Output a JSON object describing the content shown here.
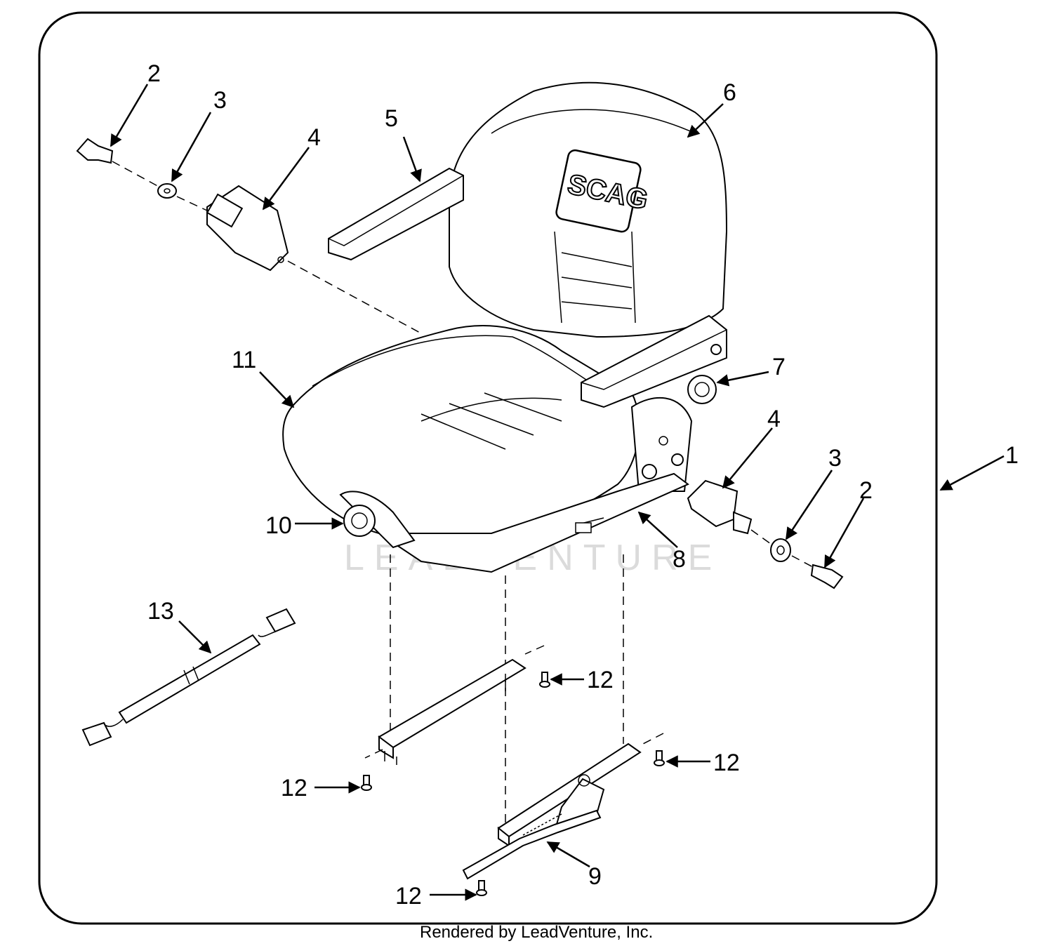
{
  "callouts": {
    "c1": "1",
    "c2a": "2",
    "c2b": "2",
    "c3a": "3",
    "c3b": "3",
    "c4a": "4",
    "c4b": "4",
    "c5": "5",
    "c6": "6",
    "c7": "7",
    "c8": "8",
    "c9": "9",
    "c10": "10",
    "c11": "11",
    "c12a": "12",
    "c12b": "12",
    "c12c": "12",
    "c12d": "12",
    "c13": "13"
  },
  "seat_brand": "SCAG",
  "watermark": "LEADVENTURE",
  "footer": "Rendered by LeadVenture, Inc."
}
